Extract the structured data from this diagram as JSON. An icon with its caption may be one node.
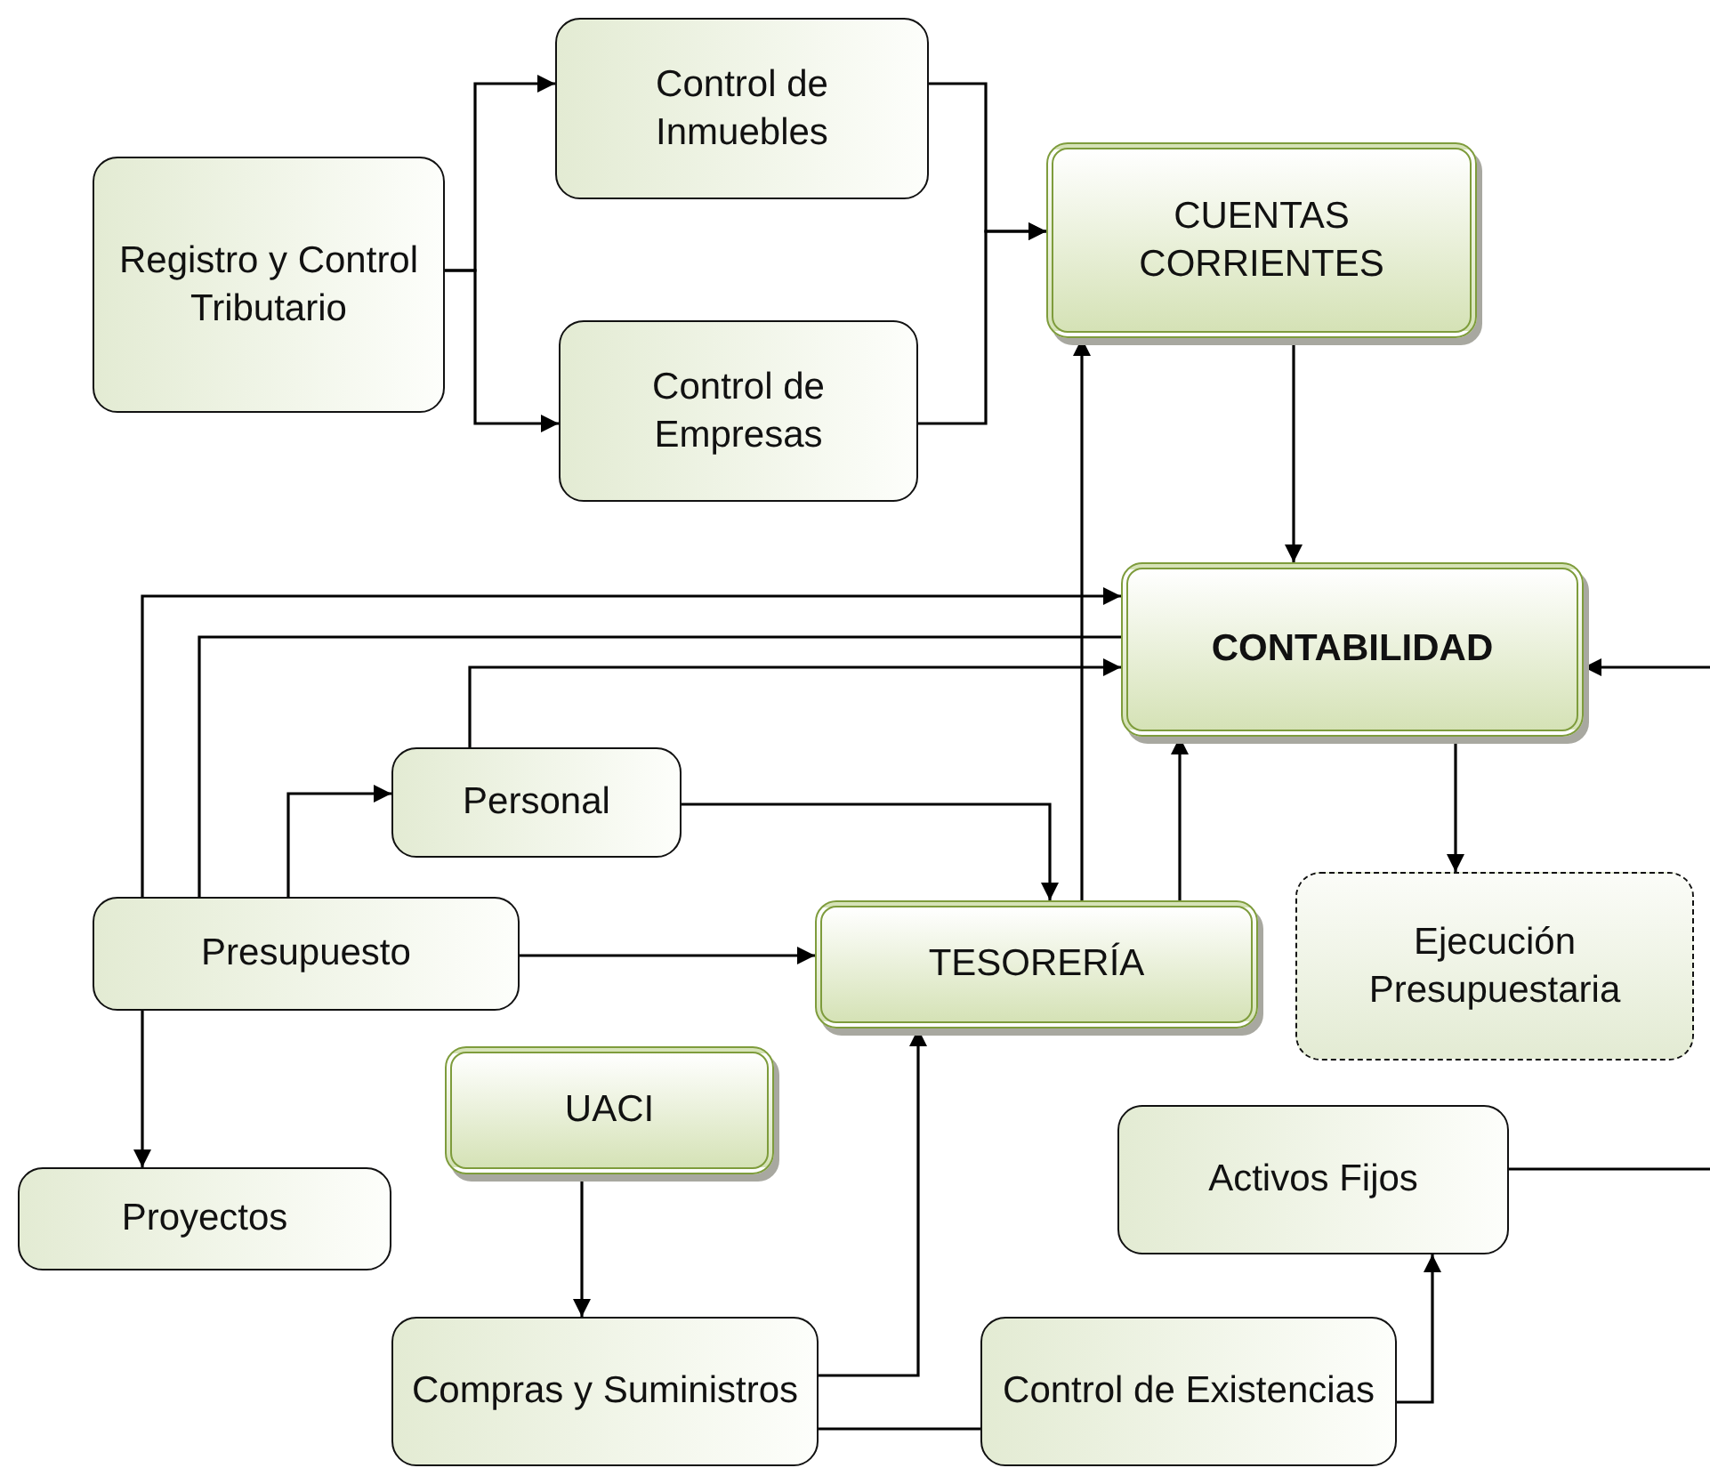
{
  "diagram": {
    "nodes": [
      {
        "text": [
          "Registro y Control Tributario"
        ]
      },
      {
        "text": [
          "Control de Inmuebles"
        ]
      },
      {
        "text": [
          "CUENTAS CORRIENTES"
        ]
      },
      {
        "text": [
          "Control de Empresas"
        ]
      },
      {
        "text": [
          "CONTABILIDAD"
        ]
      },
      {
        "text": [
          "Personal"
        ]
      },
      {
        "text": [
          "Presupuesto"
        ]
      },
      {
        "text": [
          "TESORERÍA"
        ]
      },
      {
        "text": [
          "Ejecución Presupuestaria"
        ]
      },
      {
        "text": [
          "UACI"
        ]
      },
      {
        "text": [
          "Proyectos"
        ]
      },
      {
        "text": [
          "Activos Fijos"
        ]
      },
      {
        "text": [
          "Compras y Suministros"
        ]
      },
      {
        "text": [
          "Control de Existencias"
        ]
      }
    ],
    "edges": [
      {
        "from": 0,
        "to": 1,
        "arrow": "to"
      },
      {
        "from": 0,
        "to": 3,
        "arrow": "to"
      },
      {
        "from": 1,
        "to": 2,
        "arrow": "to"
      },
      {
        "from": 3,
        "to": 2,
        "arrow": "to"
      },
      {
        "from": 2,
        "to": 4,
        "arrow": "to"
      },
      {
        "from": 6,
        "to": 4,
        "arrow": "to"
      },
      {
        "from": 6,
        "to": 4,
        "arrow": "none"
      },
      {
        "from": 5,
        "to": 4,
        "arrow": "to"
      },
      {
        "from": 6,
        "to": 5,
        "arrow": "to"
      },
      {
        "from": 5,
        "to": 7,
        "arrow": "to"
      },
      {
        "from": 6,
        "to": 7,
        "arrow": "to"
      },
      {
        "from": 7,
        "to": 2,
        "arrow": "to"
      },
      {
        "from": 7,
        "to": 4,
        "arrow": "to"
      },
      {
        "from": 4,
        "to": 8,
        "arrow": "to"
      },
      {
        "from": null,
        "to": 4,
        "arrow": "to"
      },
      {
        "from": 6,
        "to": 10,
        "arrow": "to"
      },
      {
        "from": 9,
        "to": 12,
        "arrow": "to"
      },
      {
        "from": 12,
        "to": 7,
        "arrow": "to"
      },
      {
        "from": 12,
        "to": 13,
        "arrow": "none"
      },
      {
        "from": 13,
        "to": 11,
        "arrow": "to"
      },
      {
        "from": 11,
        "to": null,
        "arrow": "none"
      }
    ]
  }
}
